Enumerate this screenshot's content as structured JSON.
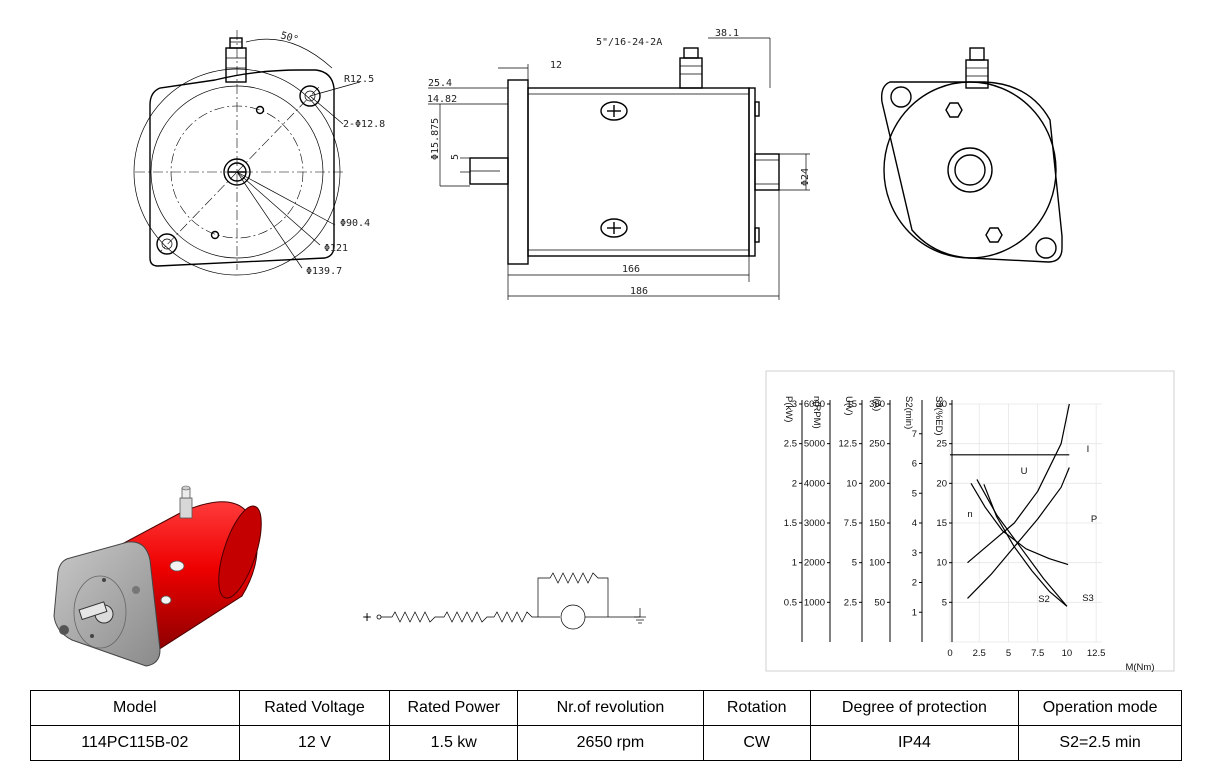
{
  "drawing": {
    "angle": "50°",
    "r_small": "R12.5",
    "holes": "2-Φ12.8",
    "d904": "Φ90.4",
    "d121": "Φ121",
    "d1397": "Φ139.7",
    "thread": "5\"/16-24-2A",
    "d381": "38.1",
    "d254": "25.4",
    "d12": "12",
    "d1482": "14.82",
    "d15875": "Φ15.875",
    "d5": "5",
    "d24": "Φ24",
    "d166": "166",
    "d186": "186"
  },
  "circuit": {
    "plus": "+"
  },
  "chart_data": {
    "type": "line",
    "x": {
      "label": "M(Nm)",
      "ticks": [
        "0",
        "2.5",
        "5",
        "7.5",
        "10",
        "12.5"
      ],
      "range": [
        0,
        13
      ]
    },
    "y_axes": [
      {
        "label": "P(kW)",
        "ticks": [
          "0.5",
          "1",
          "1.5",
          "2",
          "2.5",
          "3"
        ],
        "range": [
          0,
          3
        ]
      },
      {
        "label": "n(RPM)",
        "ticks": [
          "1000",
          "2000",
          "3000",
          "4000",
          "5000",
          "6000"
        ],
        "range": [
          0,
          6000
        ]
      },
      {
        "label": "U(V)",
        "ticks": [
          "2.5",
          "5",
          "7.5",
          "10",
          "12.5",
          "15"
        ],
        "range": [
          0,
          15
        ]
      },
      {
        "label": "I(A)",
        "ticks": [
          "50",
          "100",
          "150",
          "200",
          "250",
          "300"
        ],
        "range": [
          0,
          300
        ]
      },
      {
        "label": "S2(min)",
        "ticks": [
          "1",
          "2",
          "3",
          "4",
          "5",
          "6",
          "7"
        ],
        "range": [
          0,
          8
        ]
      },
      {
        "label": "S3(%ED)",
        "ticks": [
          "5",
          "10",
          "15",
          "20",
          "25",
          "30"
        ],
        "range": [
          0,
          30
        ]
      }
    ],
    "series": [
      {
        "name": "U",
        "axis": "U(V)",
        "points": [
          [
            0,
            11.8
          ],
          [
            10.2,
            11.8
          ]
        ]
      },
      {
        "name": "I",
        "axis": "I(A)",
        "points": [
          [
            1.5,
            100
          ],
          [
            3.5,
            125
          ],
          [
            5.5,
            150
          ],
          [
            7.5,
            190
          ],
          [
            9.5,
            250
          ],
          [
            10.2,
            300
          ]
        ]
      },
      {
        "name": "P",
        "axis": "P(kW)",
        "points": [
          [
            1.5,
            0.55
          ],
          [
            3.5,
            0.85
          ],
          [
            5.5,
            1.2
          ],
          [
            7.5,
            1.55
          ],
          [
            9.5,
            1.95
          ],
          [
            10.2,
            2.2
          ]
        ]
      },
      {
        "name": "n",
        "axis": "n(RPM)",
        "points": [
          [
            1.8,
            4000
          ],
          [
            3,
            3400
          ],
          [
            4.5,
            2800
          ],
          [
            6.5,
            2350
          ],
          [
            8.5,
            2100
          ],
          [
            10.1,
            1950
          ]
        ]
      },
      {
        "name": "S2",
        "axis": "S2(min)",
        "points": [
          [
            2.9,
            5.3
          ],
          [
            4,
            4.2
          ],
          [
            5.5,
            3.2
          ],
          [
            7,
            2.4
          ],
          [
            8.5,
            1.7
          ],
          [
            10,
            1.2
          ]
        ]
      },
      {
        "name": "S3",
        "axis": "S3(%ED)",
        "points": [
          [
            2.3,
            20.5
          ],
          [
            4,
            16
          ],
          [
            6,
            12
          ],
          [
            8,
            8
          ],
          [
            10,
            4.5
          ]
        ]
      }
    ]
  },
  "table": {
    "headers": [
      "Model",
      "Rated Voltage",
      "Rated Power",
      "Nr.of revolution",
      "Rotation",
      "Degree of protection",
      "Operation mode"
    ],
    "values": [
      "114PC115B-02",
      "12 V",
      "1.5 kw",
      "2650 rpm",
      "CW",
      "IP44",
      "S2=2.5 min"
    ]
  }
}
